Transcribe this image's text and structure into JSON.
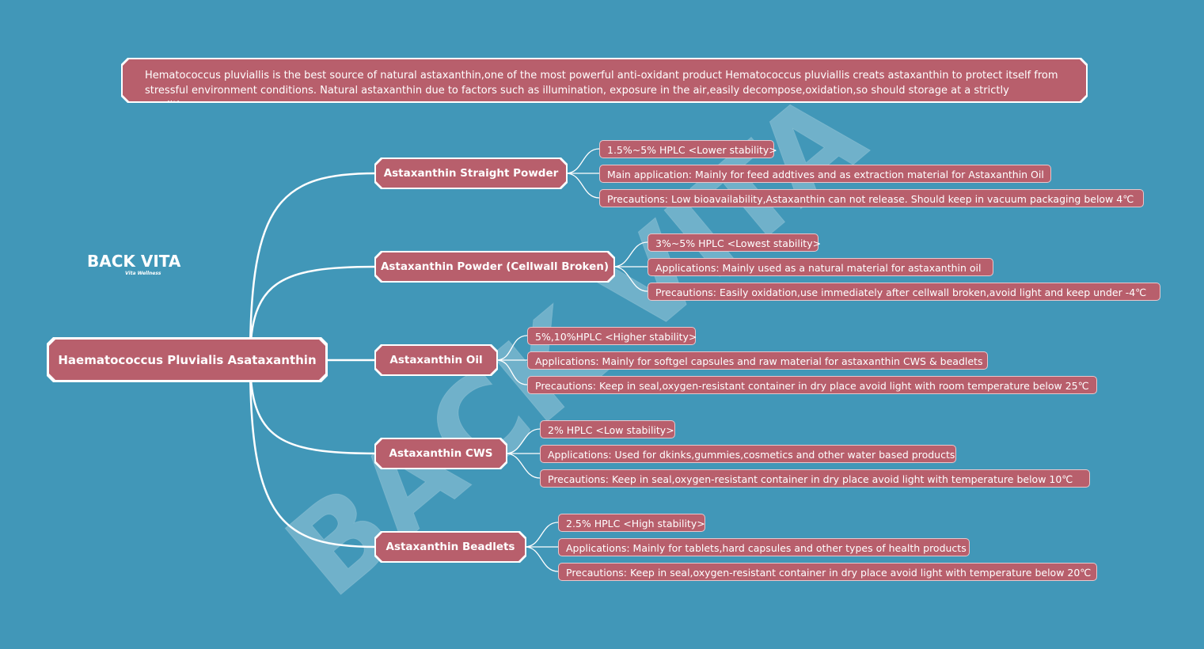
{
  "watermark": "BACK VITA",
  "logo": {
    "brand": "BACK VITA",
    "tagline": "Vita Wellness"
  },
  "intro": "Hematococcus pluviallis is the best source of natural astaxanthin,one of the most powerful anti-oxidant product Hematococcus pluviallis creats astaxanthin to protect itself from stressful environment conditions. Natural astaxanthin due to factors such as illumination, exposure in the air,easily decompose,oxidation,so should storage at a strictly conditions.",
  "root": "Haematococcus Pluvialis Asataxanthin",
  "branches": [
    {
      "label": "Astaxanthin Straight Powder",
      "leaves": [
        "1.5%~5% HPLC <Lower stability>",
        "Main application: Mainly for  feed addtives and as extraction material for Astaxanthin Oil",
        "Precautions: Low bioavailability,Astaxanthin can not release. Should keep in vacuum packaging below 4℃"
      ]
    },
    {
      "label": "Astaxanthin Powder (Cellwall Broken)",
      "leaves": [
        "3%~5% HPLC <Lowest stability>",
        "Applications: Mainly used as a natural material for astaxanthin oil",
        "Precautions: Easily oxidation,use  immediately after cellwall broken,avoid light and keep under -4℃"
      ]
    },
    {
      "label": "Astaxanthin Oil",
      "leaves": [
        "5%,10%HPLC <Higher stability>",
        "Applications: Mainly for  softgel capsules and raw material for astaxanthin CWS & beadlets",
        "Precautions: Keep in seal,oxygen-resistant container in dry place avoid light with room temperature below 25℃"
      ]
    },
    {
      "label": "Astaxanthin CWS",
      "leaves": [
        "2% HPLC <Low stability>",
        "Applications: Used for dkinks,gummies,cosmetics and other water based products",
        "Precautions:  Keep in seal,oxygen-resistant container in dry place avoid light with temperature below 10℃"
      ]
    },
    {
      "label": "Astaxanthin Beadlets",
      "leaves": [
        "2.5% HPLC <High stability>",
        "Applications: Mainly for tablets,hard capsules and other types of health products",
        "Precautions:  Keep in seal,oxygen-resistant container in dry place avoid light with temperature below 20℃"
      ]
    }
  ]
}
